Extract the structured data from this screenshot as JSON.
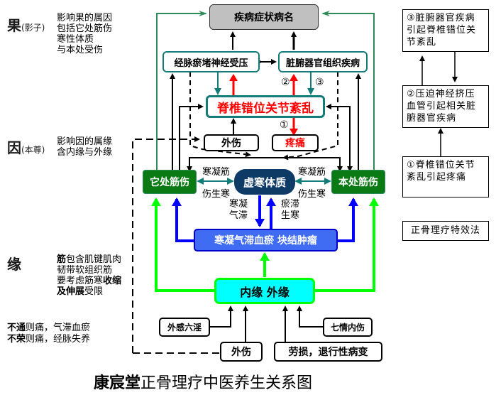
{
  "left_notes": {
    "guo": {
      "char": "果",
      "paren": "(影子)",
      "desc": "影响果的属因\n包括它处筋伤\n寒性体质\n与本处受伤"
    },
    "yin": {
      "char": "因",
      "paren": "(本尊)",
      "desc": "影响因的属缘\n含内缘与外缘"
    },
    "yuan": {
      "char": "缘",
      "desc_parts": [
        {
          "text": "筋",
          "bold": true
        },
        {
          "text": "包含肌键肌肉\n韧带软组织筋\n要考虑筋寒",
          "bold": false
        },
        {
          "text": "收缩\n及伸展",
          "bold": true
        },
        {
          "text": "受限",
          "bold": false
        }
      ]
    },
    "butong": {
      "bold": "不通",
      "rest": "则痛，气滞血瘀"
    },
    "burong": {
      "bold": "不荣",
      "rest": "则痛，经脉失养"
    }
  },
  "nodes": {
    "disease_name": "疾病症状病名",
    "meridian": "经脉瘀堵神经受压",
    "organ": "脏腑器官组织疾病",
    "spine": "脊椎错位关节紊乱",
    "trauma_top": "外伤",
    "pain": "疼痛",
    "other_injury": "它处筋伤",
    "cold_constitution": "虚寒体质",
    "local_injury": "本处筋伤",
    "stagnation": "寒凝气滞血瘀 块结肿瘤",
    "inner_outer": "内缘 外缘",
    "external_evils": "外感六淫",
    "emotions": "七情内伤",
    "trauma_bottom": "外伤",
    "strain": "劳损，退行性病变"
  },
  "labels": {
    "circle1": "①",
    "circle2": "②",
    "circle3": "③",
    "cold_tendon_left": "寒凝筋",
    "injury_cold_left": "伤生寒",
    "cold_tendon_right": "寒凝筋",
    "injury_cold_right": "伤生寒",
    "cold_qi": "寒凝\n气滞",
    "stasis_cold": "瘀滞\n生寒"
  },
  "side_boxes": [
    {
      "id": "3",
      "text": "③脏腑器官疾病引起脊椎错位关节紊乱"
    },
    {
      "id": "2",
      "text": "②压迫神经挤压血管引起相关脏腑器官疾病"
    },
    {
      "id": "1",
      "text": "①脊椎错位关节紊乱引起疼痛"
    },
    {
      "id": "method",
      "text": "正骨理疗特效法"
    }
  ],
  "title": {
    "brand": "康宸堂",
    "rest": "正骨理疗中医养生关系图"
  },
  "colors": {
    "teal": "#137c78",
    "red": "#ff0000",
    "green_dark": "#0a7a14",
    "navy": "#0e3a66",
    "blue": "#0000ff",
    "blue_box": "#3f6cf2",
    "bright_green": "#00ff00",
    "cyan": "#00ffff",
    "gray": "#c0c0c0",
    "side_green": "#2e8b57"
  }
}
